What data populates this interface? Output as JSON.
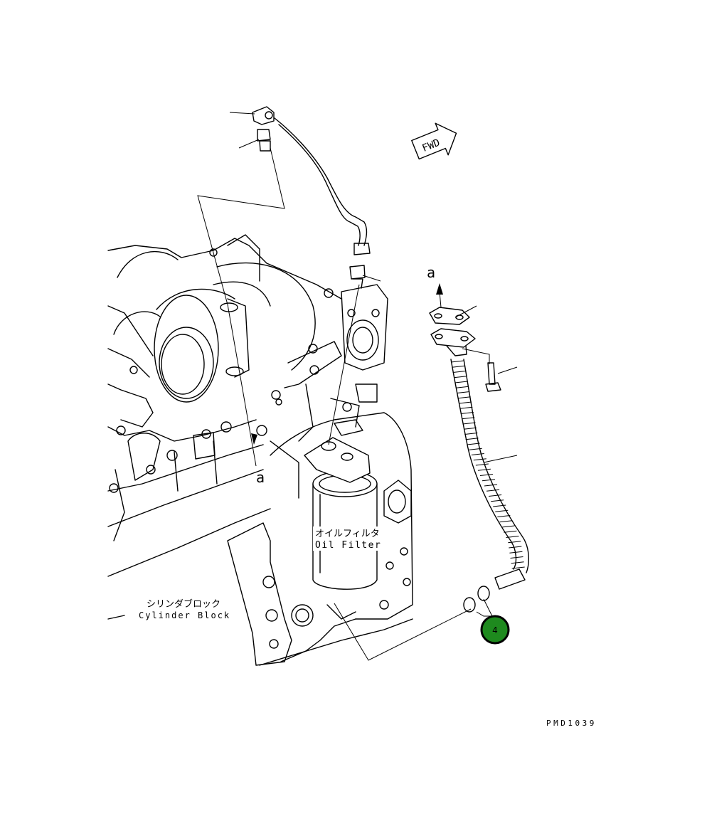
{
  "labels": {
    "ref_a_top": "a",
    "ref_a_left": "a",
    "fwd": "FWD",
    "oil_filter_jp": "オイルフィルタ",
    "oil_filter_en": "Oil Filter",
    "cylinder_block_jp": "シリンダブロック",
    "cylinder_block_en": "Cylinder Block",
    "drawing_number": "PMD1039"
  },
  "callout": {
    "number": "4",
    "color": "#1e8a1e"
  }
}
